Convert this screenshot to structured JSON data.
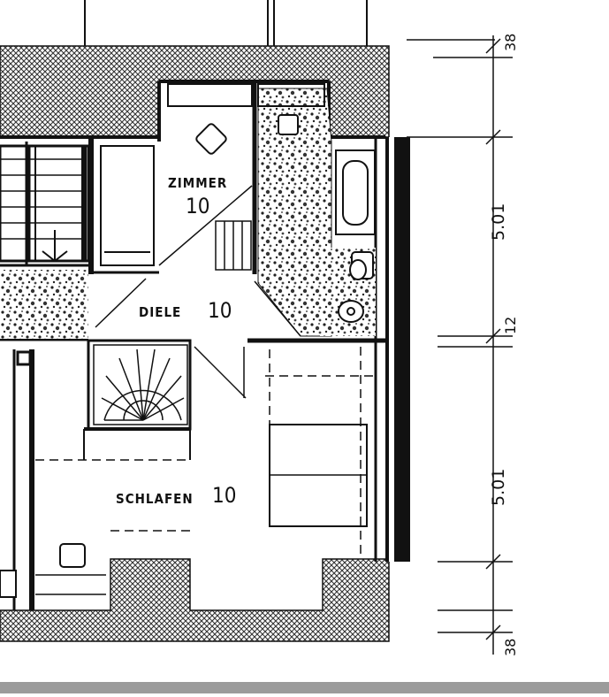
{
  "rooms": {
    "zimmer": {
      "label": "ZIMMER",
      "number": "10"
    },
    "diele": {
      "label": "DIELE",
      "number": "10"
    },
    "schlafen": {
      "label": "SCHLAFEN",
      "number": "10"
    }
  },
  "dimensions": {
    "top": "38",
    "upper_span": "5.01",
    "middle": "12",
    "lower_span": "5.01",
    "bottom": "38"
  },
  "colors": {
    "ink": "#111111",
    "hatch": "#555555",
    "footer": "#9b9b9b"
  }
}
